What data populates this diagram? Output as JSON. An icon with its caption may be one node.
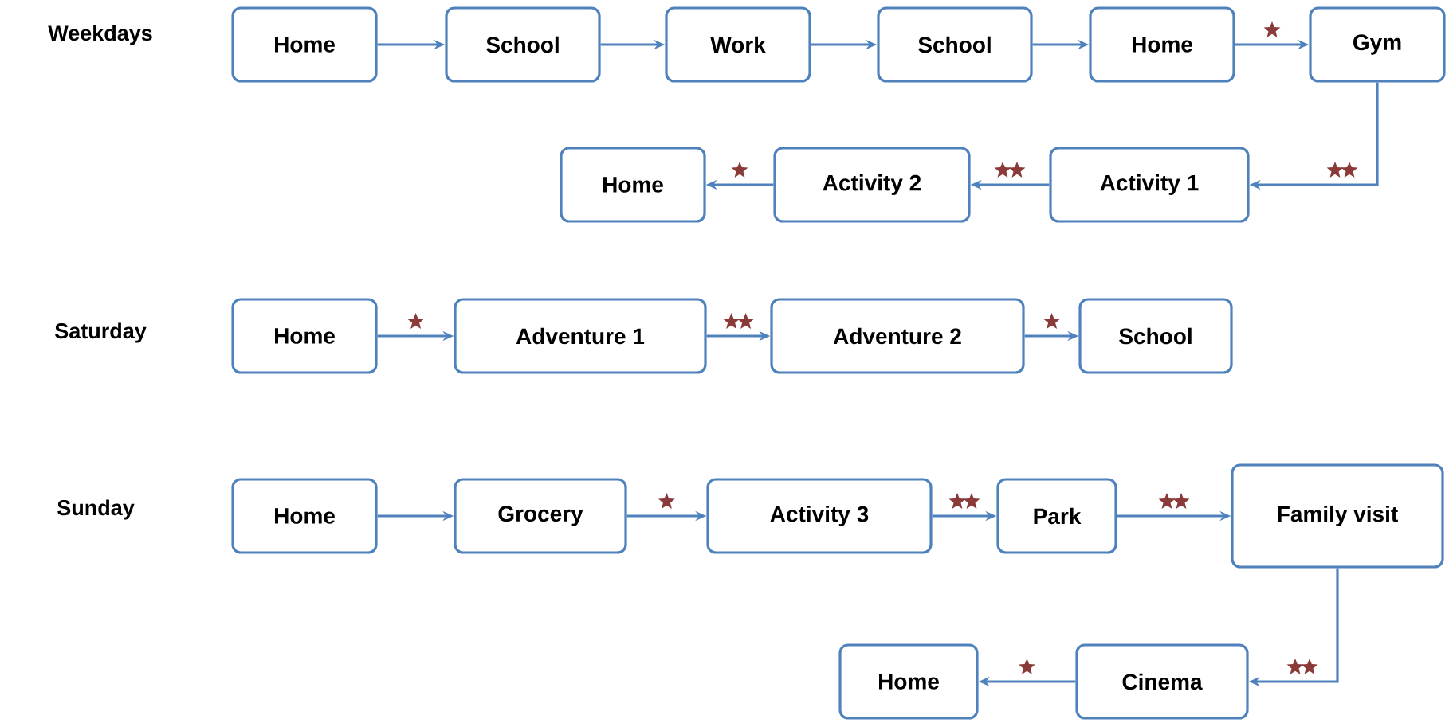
{
  "diagram": {
    "nodes": [
      {
        "text": [
          "Home"
        ]
      },
      {
        "text": [
          "School"
        ]
      },
      {
        "text": [
          "Work"
        ]
      },
      {
        "text": [
          "School"
        ]
      },
      {
        "text": [
          "Home"
        ]
      },
      {
        "text": [
          "Gym"
        ]
      },
      {
        "text": [
          "Activity 1"
        ]
      },
      {
        "text": [
          "Activity 2"
        ]
      },
      {
        "text": [
          "Home"
        ]
      },
      {
        "text": [
          "Home"
        ]
      },
      {
        "text": [
          "Adventure 1"
        ]
      },
      {
        "text": [
          "Adventure 2"
        ]
      },
      {
        "text": [
          "School"
        ]
      },
      {
        "text": [
          "Home"
        ]
      },
      {
        "text": [
          "Grocery"
        ]
      },
      {
        "text": [
          "Activity 3"
        ]
      },
      {
        "text": [
          "Park"
        ]
      },
      {
        "text": [
          "Family visit"
        ]
      },
      {
        "text": [
          "Cinema"
        ]
      },
      {
        "text": [
          "Home"
        ]
      }
    ],
    "edges": [
      {
        "from": 0,
        "to": 1,
        "arrow": "to"
      },
      {
        "from": 1,
        "to": 2,
        "arrow": "to"
      },
      {
        "from": 2,
        "to": 3,
        "arrow": "to"
      },
      {
        "from": 3,
        "to": 4,
        "arrow": "to"
      },
      {
        "from": 4,
        "to": 5,
        "arrow": "to"
      },
      {
        "from": 5,
        "to": 6,
        "arrow": "to"
      },
      {
        "from": 6,
        "to": 7,
        "arrow": "to"
      },
      {
        "from": 7,
        "to": 8,
        "arrow": "to"
      },
      {
        "from": 9,
        "to": 10,
        "arrow": "to"
      },
      {
        "from": 10,
        "to": 11,
        "arrow": "to"
      },
      {
        "from": 11,
        "to": 12,
        "arrow": "to"
      },
      {
        "from": 13,
        "to": 14,
        "arrow": "to"
      },
      {
        "from": 14,
        "to": 15,
        "arrow": "to"
      },
      {
        "from": 15,
        "to": 16,
        "arrow": "to"
      },
      {
        "from": 16,
        "to": 17,
        "arrow": "to"
      },
      {
        "from": 17,
        "to": 18,
        "arrow": "to"
      },
      {
        "from": 18,
        "to": 19,
        "arrow": "to"
      }
    ],
    "labels": [
      "Weekdays",
      "Saturday",
      "Sunday"
    ]
  }
}
